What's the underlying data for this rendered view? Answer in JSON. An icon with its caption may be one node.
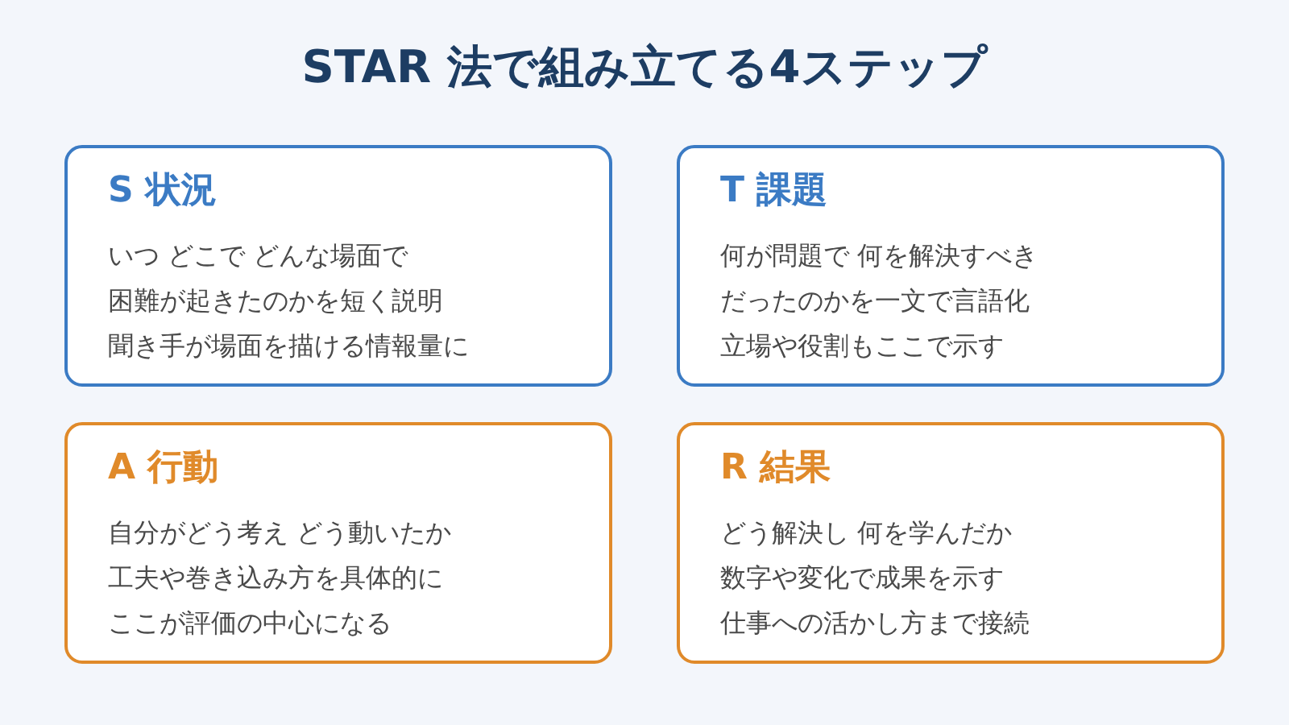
{
  "diagram": {
    "title": "STAR 法で組み立てる4ステップ",
    "nodes": [
      {
        "text": [
          "S 状況",
          "いつ どこで どんな場面で",
          "困難が起きたのかを短く説明",
          "聞き手が場面を描ける情報量に"
        ]
      },
      {
        "text": [
          "T 課題",
          "何が問題で 何を解決すべき",
          "だったのかを一文で言語化",
          "立場や役割もここで示す"
        ]
      },
      {
        "text": [
          "A 行動",
          "自分がどう考え どう動いたか",
          "工夫や巻き込み方を具体的に",
          "ここが評価の中心になる"
        ]
      },
      {
        "text": [
          "R 結果",
          "どう解決し 何を学んだか",
          "数字や変化で成果を示す",
          "仕事への活かし方まで接続"
        ]
      }
    ]
  }
}
